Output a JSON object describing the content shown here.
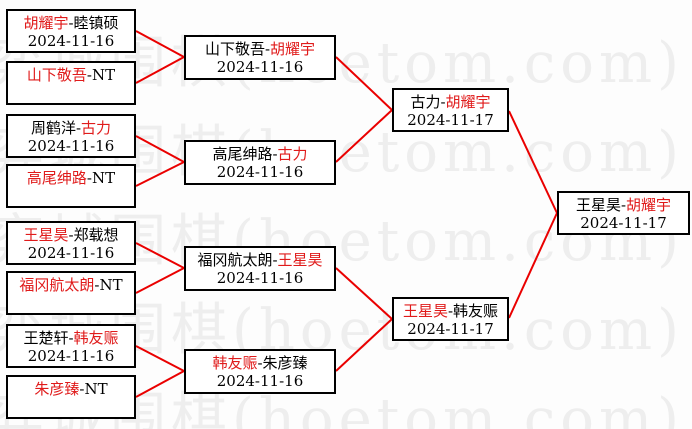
{
  "colors": {
    "winner_red": "#e01b1b",
    "line_red": "#ea0000",
    "border": "#000000",
    "watermark": "#eeeeee",
    "background": "#fdfdfd"
  },
  "watermark": {
    "text": "弈城围棋(hoetom.com)",
    "repeat": "弈城围棋(hoetom.com) 弈城围棋(hoetom.com)"
  },
  "rounds": {
    "round1": [
      {
        "pre": "",
        "winner": "胡耀宇",
        "post": "-睦镇硕",
        "date": "2024-11-16"
      },
      {
        "pre": "",
        "winner": "山下敬吾",
        "post": "-NT",
        "date": ""
      },
      {
        "pre": "周鹤洋-",
        "winner": "古力",
        "post": "",
        "date": "2024-11-16"
      },
      {
        "pre": "",
        "winner": "高尾绅路",
        "post": "-NT",
        "date": ""
      },
      {
        "pre": "",
        "winner": "王星昊",
        "post": "-郑载想",
        "date": "2024-11-16"
      },
      {
        "pre": "",
        "winner": "福冈航太朗",
        "post": "-NT",
        "date": ""
      },
      {
        "pre": "王楚轩-",
        "winner": "韩友赈",
        "post": "",
        "date": "2024-11-16"
      },
      {
        "pre": "",
        "winner": "朱彦臻",
        "post": "-NT",
        "date": ""
      }
    ],
    "round2": [
      {
        "pre": "山下敬吾-",
        "winner": "胡耀宇",
        "post": "",
        "date": "2024-11-16"
      },
      {
        "pre": "高尾绅路-",
        "winner": "古力",
        "post": "",
        "date": "2024-11-16"
      },
      {
        "pre": "福冈航太朗-",
        "winner": "王星昊",
        "post": "",
        "date": "2024-11-16"
      },
      {
        "pre": "",
        "winner": "韩友赈",
        "post": "-朱彦臻",
        "date": "2024-11-16"
      }
    ],
    "semifinals": [
      {
        "pre": "古力-",
        "winner": "胡耀宇",
        "post": "",
        "date": "2024-11-17"
      },
      {
        "pre": "",
        "winner": "王星昊",
        "post": "-韩友赈",
        "date": "2024-11-17"
      }
    ],
    "final": [
      {
        "pre": "王星昊-",
        "winner": "胡耀宇",
        "post": "",
        "date": "2024-11-17"
      }
    ]
  }
}
